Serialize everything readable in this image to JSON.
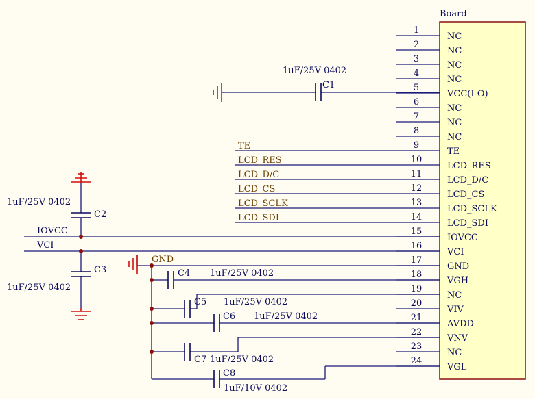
{
  "board_label": "Board",
  "pins": [
    {
      "num": "1",
      "name": "NC"
    },
    {
      "num": "2",
      "name": "NC"
    },
    {
      "num": "3",
      "name": "NC"
    },
    {
      "num": "4",
      "name": "NC"
    },
    {
      "num": "5",
      "name": "VCC(I-O)"
    },
    {
      "num": "6",
      "name": "NC"
    },
    {
      "num": "7",
      "name": "NC"
    },
    {
      "num": "8",
      "name": "NC"
    },
    {
      "num": "9",
      "name": "TE"
    },
    {
      "num": "10",
      "name": "LCD_RES"
    },
    {
      "num": "11",
      "name": "LCD_D/C"
    },
    {
      "num": "12",
      "name": "LCD_CS"
    },
    {
      "num": "13",
      "name": "LCD_SCLK"
    },
    {
      "num": "14",
      "name": "LCD_SDI"
    },
    {
      "num": "15",
      "name": "IOVCC"
    },
    {
      "num": "16",
      "name": "VCI"
    },
    {
      "num": "17",
      "name": "GND"
    },
    {
      "num": "18",
      "name": "VGH"
    },
    {
      "num": "19",
      "name": "NC"
    },
    {
      "num": "20",
      "name": "VIV"
    },
    {
      "num": "21",
      "name": "AVDD"
    },
    {
      "num": "22",
      "name": "VNV"
    },
    {
      "num": "23",
      "name": "NC"
    },
    {
      "num": "24",
      "name": "VGL"
    }
  ],
  "signal_nets": [
    "TE",
    "LCD_RES",
    "LCD_D/C",
    "LCD_CS",
    "LCD_SCLK",
    "LCD_SDI"
  ],
  "power_nets": {
    "iovcc": "IOVCC",
    "vci": "VCI",
    "gnd": "GND"
  },
  "caps": {
    "c1": {
      "ref": "C1",
      "value": "1uF/25V 0402"
    },
    "c2": {
      "ref": "C2",
      "value": "1uF/25V 0402"
    },
    "c3": {
      "ref": "C3",
      "value": "1uF/25V 0402"
    },
    "c4": {
      "ref": "C4",
      "value": "1uF/25V 0402"
    },
    "c5": {
      "ref": "C5",
      "value": "1uF/25V 0402"
    },
    "c6": {
      "ref": "C6",
      "value": "1uF/25V 0402"
    },
    "c7": {
      "ref": "C7",
      "value": "1uF/25V 0402"
    },
    "c8": {
      "ref": "C8",
      "value": "1uF/10V 0402"
    }
  },
  "colors": {
    "background": "#fffdf1",
    "wire": "#1a1a7a",
    "component": "#0a0a5a",
    "board_fill": "#ffffc8",
    "board_border": "#8a1010",
    "ground_symbol": "#d01010",
    "junction": "#8a1010",
    "net_label": "#6b3f00"
  }
}
